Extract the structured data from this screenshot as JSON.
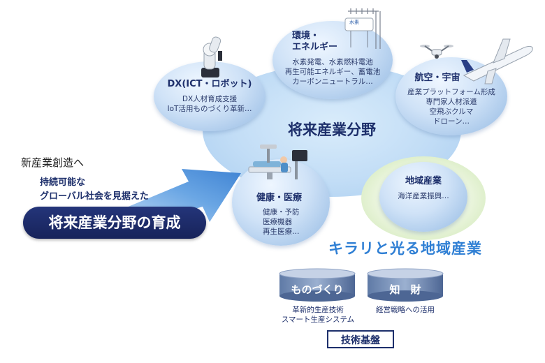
{
  "left": {
    "line1": "新産業創造へ",
    "line2": "持続可能な",
    "line3": "グローバル社会を見据えた",
    "pill": "将来産業分野の育成"
  },
  "center_title": "将来産業分野",
  "bubbles": {
    "dx": {
      "title": "DX(ICT・ロボット)",
      "items": [
        "DX人材育成支援",
        "IoT活用ものづくり革新…"
      ]
    },
    "energy": {
      "title_line1": "環境・",
      "title_line2": "エネルギー",
      "items": [
        "水素発電、水素燃料電池",
        "再生可能エネルギー、蓄電池",
        "カーボンニュートラル…"
      ]
    },
    "aero": {
      "title": "航空・宇宙",
      "items": [
        "産業プラットフォーム形成",
        "専門家人材派遣",
        "空飛ぶクルマ",
        "ドローン…"
      ]
    },
    "health": {
      "title": "健康・医療",
      "items": [
        "健康・予防",
        "医療機器",
        "再生医療…"
      ]
    },
    "local": {
      "title": "地域産業",
      "items": [
        "海洋産業振興…"
      ]
    }
  },
  "tank_label": "水素",
  "kirari": "キラリと光る地域産業",
  "foundation": {
    "monozukuri": {
      "label": "ものづくり",
      "items": [
        "革新的生産技術",
        "スマート生産システム"
      ]
    },
    "chizai": {
      "label": "知　財",
      "items": [
        "経営戦略への活用"
      ]
    },
    "base": "技術基盤"
  },
  "colors": {
    "navy": "#1d2f6b",
    "bubble_blue": "#a9c8ea",
    "cloud_blue": "#c2ddf6",
    "local_green": "#c8e2ab",
    "arrow_blue": "#4a8fd8"
  }
}
